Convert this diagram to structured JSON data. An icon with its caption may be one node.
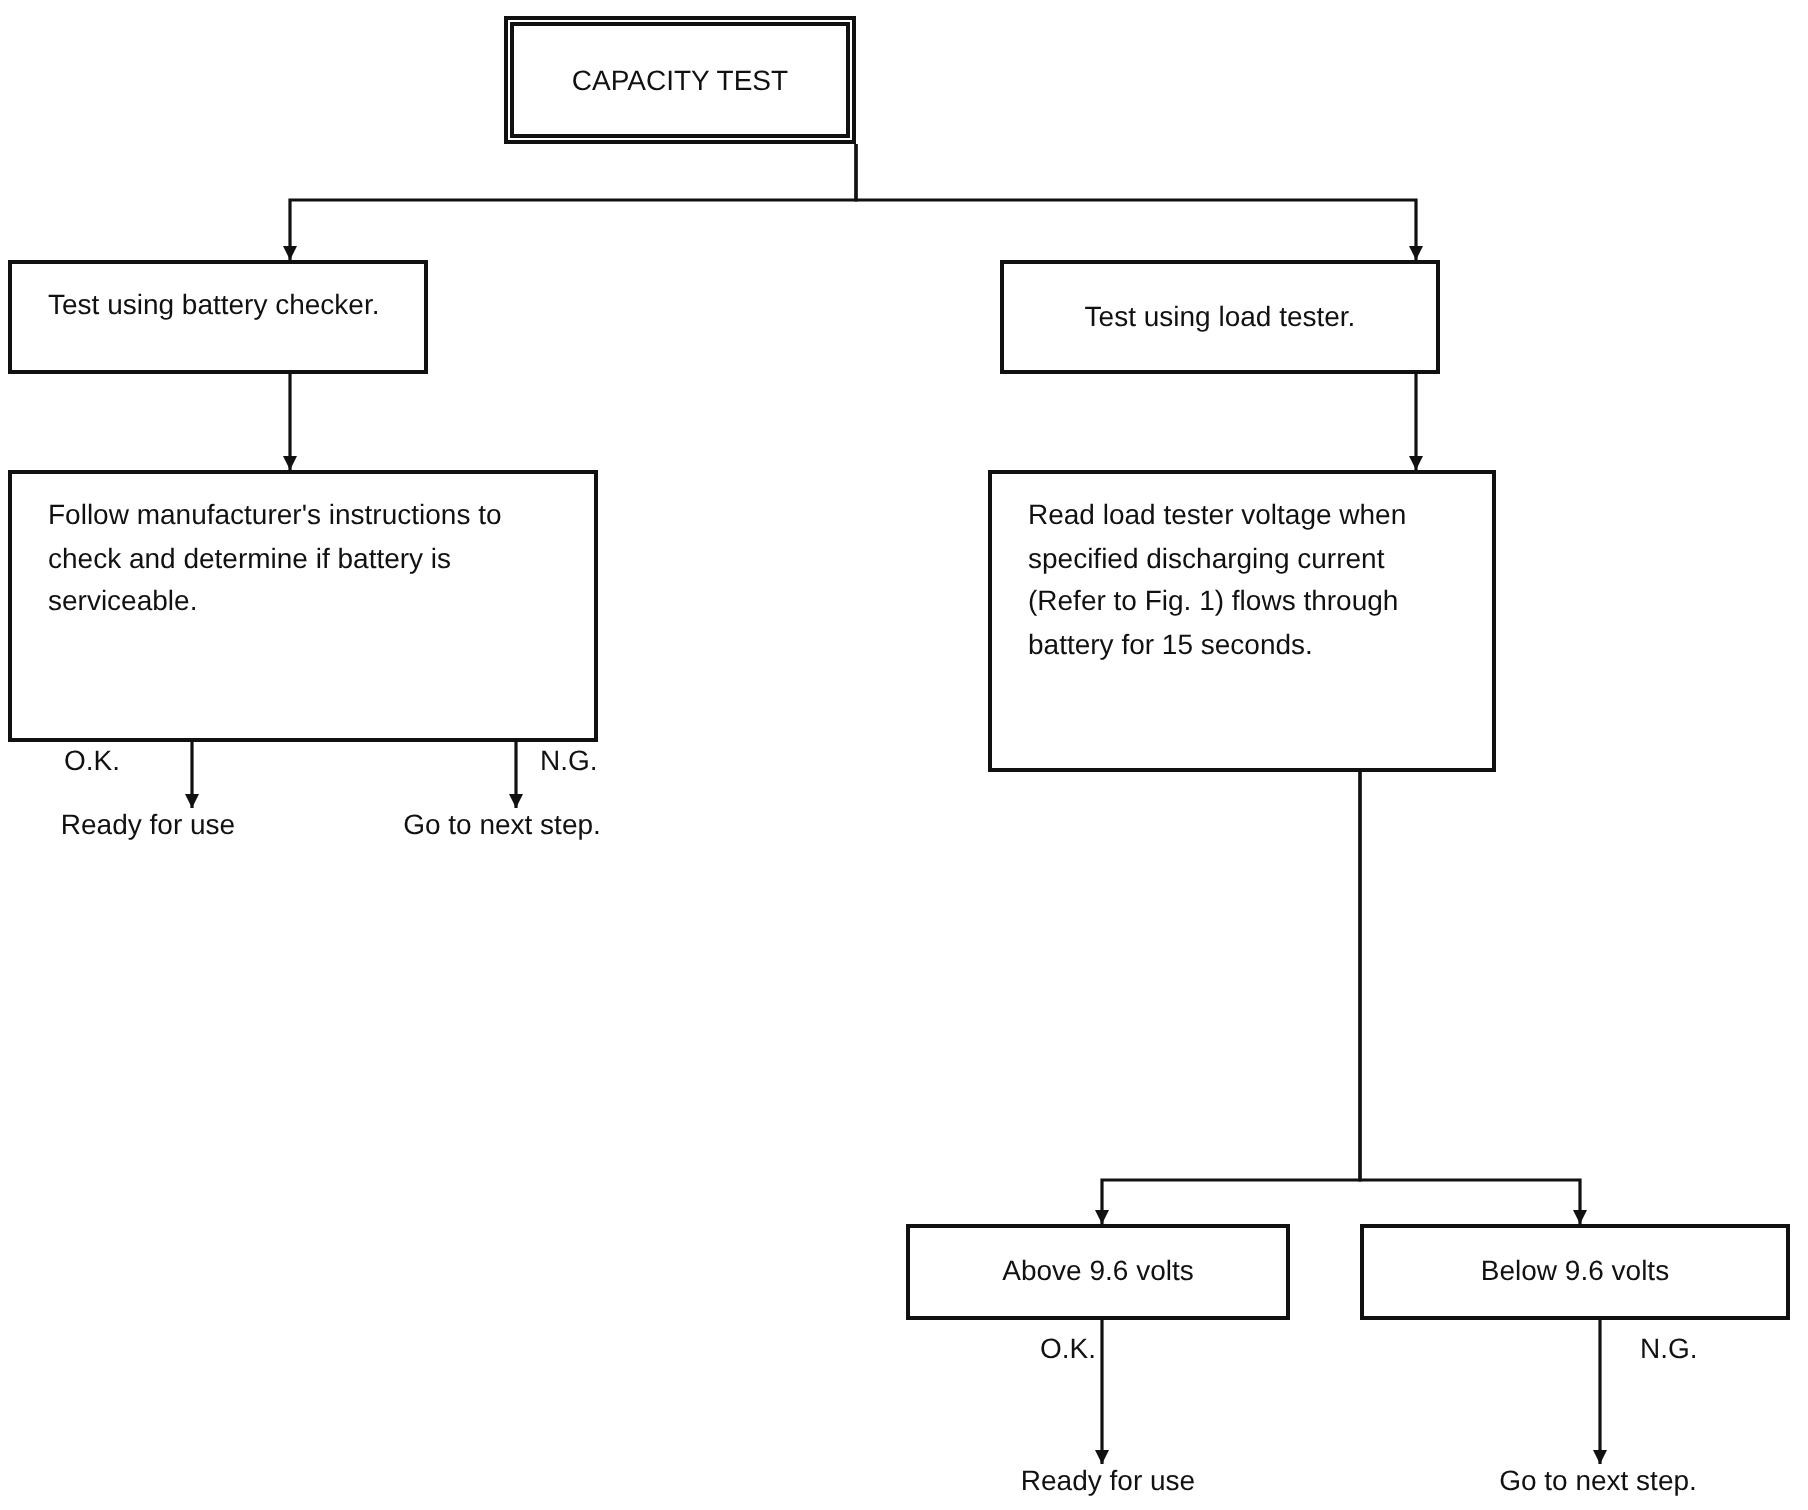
{
  "diagram": {
    "nodes": [
      {
        "text": [
          "CAPACITY TEST"
        ]
      },
      {
        "text": [
          "Test using battery checker."
        ]
      },
      {
        "text": [
          "Test using load tester."
        ]
      },
      {
        "text": [
          "Follow manufacturer's instructions to check and determine if battery is serviceable."
        ]
      },
      {
        "text": [
          "Read load tester voltage when specified discharging current (Refer to Fig. 1) flows through battery for 15 seconds."
        ]
      },
      {
        "text": [
          "Ready for use"
        ]
      },
      {
        "text": [
          "Go to next step."
        ]
      },
      {
        "text": [
          "Above 9.6 volts"
        ]
      },
      {
        "text": [
          "Below 9.6 volts"
        ]
      },
      {
        "text": [
          "Ready for use"
        ]
      },
      {
        "text": [
          "Go to next step."
        ]
      }
    ],
    "edges": [
      {
        "from": 0,
        "to": 1,
        "arrow": "to"
      },
      {
        "from": 0,
        "to": 2,
        "arrow": "to"
      },
      {
        "from": 1,
        "to": 3,
        "arrow": "to"
      },
      {
        "from": 2,
        "to": 4,
        "arrow": "to"
      },
      {
        "from": 3,
        "to": 5,
        "arrow": "to",
        "label": "O.K."
      },
      {
        "from": 3,
        "to": 6,
        "arrow": "to",
        "label": "N.G."
      },
      {
        "from": 4,
        "to": 7,
        "arrow": "to"
      },
      {
        "from": 4,
        "to": 8,
        "arrow": "to"
      },
      {
        "from": 7,
        "to": 9,
        "arrow": "to",
        "label": "O.K."
      },
      {
        "from": 8,
        "to": 10,
        "arrow": "to",
        "label": "N.G."
      }
    ]
  }
}
